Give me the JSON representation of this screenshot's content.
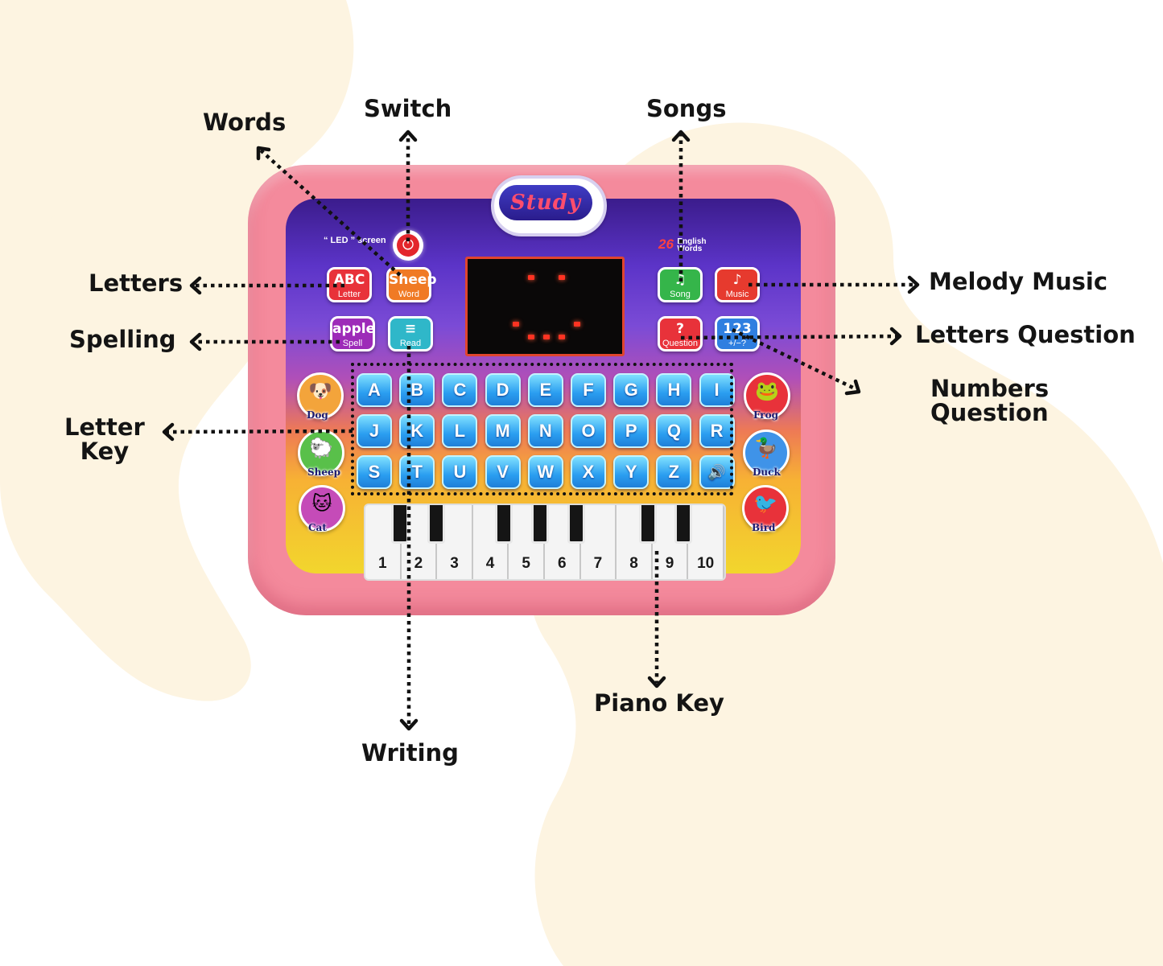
{
  "device": {
    "logo": "Study",
    "led_label": "“ LED ” screen",
    "english_words_count": "26",
    "english_words_label": "English Words",
    "function_buttons": [
      {
        "name": "letter",
        "label": "Letter",
        "icon": "ABC",
        "color": "#e8323a"
      },
      {
        "name": "word",
        "label": "Word",
        "icon": "Sheep",
        "color": "#f07a24"
      },
      {
        "name": "song",
        "label": "Song",
        "icon": "♫",
        "color": "#35b54a"
      },
      {
        "name": "music",
        "label": "Music",
        "icon": "♪",
        "color": "#e63a2e"
      },
      {
        "name": "spell",
        "label": "Spell",
        "icon": "apple",
        "color": "#9d2bb8"
      },
      {
        "name": "read",
        "label": "Read",
        "icon": "≡",
        "color": "#2fb7c9"
      },
      {
        "name": "question",
        "label": "Question",
        "icon": "?",
        "color": "#e8323a"
      },
      {
        "name": "math",
        "label": "+/−?",
        "icon": "123",
        "color": "#2f7fe0"
      }
    ],
    "letter_keys": [
      "A",
      "B",
      "C",
      "D",
      "E",
      "F",
      "G",
      "H",
      "I",
      "J",
      "K",
      "L",
      "M",
      "N",
      "O",
      "P",
      "Q",
      "R",
      "S",
      "T",
      "U",
      "V",
      "W",
      "X",
      "Y",
      "Z"
    ],
    "volume_key_icon": "speaker-icon",
    "animals_left": [
      {
        "label": "Dog",
        "emoji": "🐶",
        "color": "#f3a43b"
      },
      {
        "label": "Sheep",
        "emoji": "🐑",
        "color": "#59c04a"
      },
      {
        "label": "Cat",
        "emoji": "🐱",
        "color": "#c54bb8"
      }
    ],
    "animals_right": [
      {
        "label": "Frog",
        "emoji": "🐸",
        "color": "#e8323a"
      },
      {
        "label": "Duck",
        "emoji": "🦆",
        "color": "#3f93e8"
      },
      {
        "label": "Bird",
        "emoji": "🐦",
        "color": "#e8323a"
      }
    ],
    "piano_keys": [
      "1",
      "2",
      "3",
      "4",
      "5",
      "6",
      "7",
      "8",
      "9",
      "10"
    ]
  },
  "callouts": {
    "words": "Words",
    "switch": "Switch",
    "songs": "Songs",
    "letters": "Letters",
    "melody_music": "Melody Music",
    "spelling": "Spelling",
    "letters_question": "Letters Question",
    "numbers_question": [
      "Numbers",
      "Question"
    ],
    "letter_key": [
      "Letter",
      "Key"
    ],
    "piano_key": "Piano Key",
    "writing": "Writing"
  },
  "colors": {
    "background_blob": "#fdf4e1",
    "device_shell": "#f48a9c",
    "arrow": "#111111"
  }
}
